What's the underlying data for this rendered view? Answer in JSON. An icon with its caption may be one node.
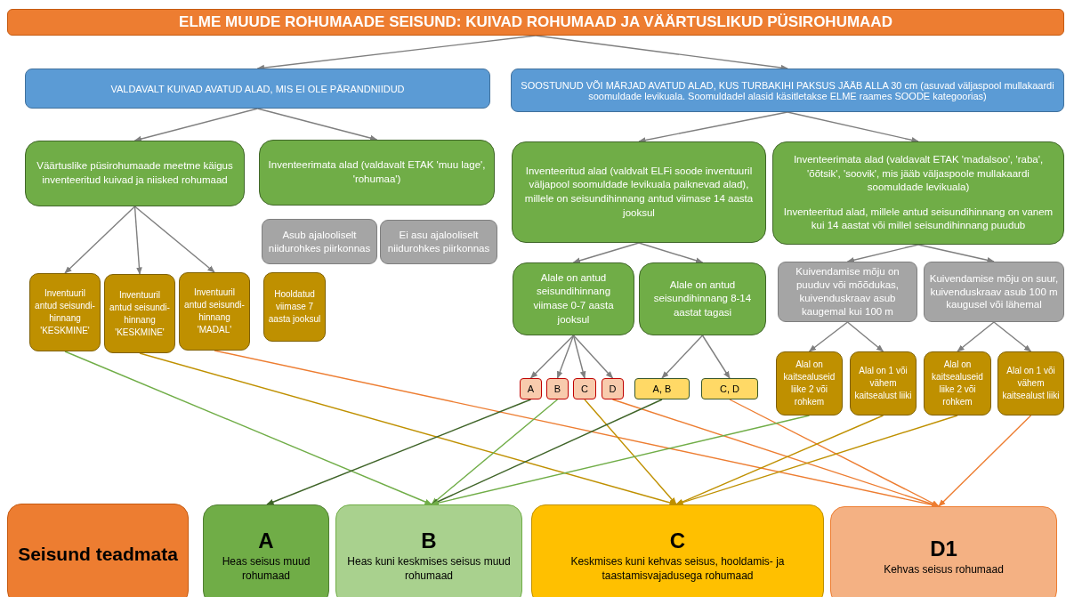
{
  "diagram": {
    "nodes": [
      {
        "text": [
          "ELME MUUDE ROHUMAADE SEISUND: KUIVAD ROHUMAAD JA VÄÄRTUSLIKUD PÜSIROHUMAAD"
        ]
      },
      {
        "text": [
          "VALDAVALT KUIVAD AVATUD ALAD, MIS EI OLE PÄRANDNIIDUD"
        ]
      },
      {
        "text": [
          "SOOSTUNUD VÕI MÄRJAD AVATUD ALAD, KUS TURBAKIHI PAKSUS JÄÄB ALLA 30 cm (asuvad väljaspool mullakaardi soomuldade levikuala. Soomuldadel alasid käsitletakse ELME raames SOODE kategoorias)"
        ]
      },
      {
        "text": [
          "Väärtuslike püsirohumaade meetme käigus inventeeritud kuivad ja niisked rohumaad"
        ]
      },
      {
        "text": [
          "Inventeerimata alad (valdavalt ETAK 'muu lage', 'rohumaa')"
        ]
      },
      {
        "text": [
          "Inventeeritud alad (valdvalt ELFi soode inventuuril väljapool soomuldade levikuala paiknevad alad), millele on seisundihinnang antud viimase 14 aasta  jooksul"
        ]
      },
      {
        "text": [
          "Inventeerimata alad (valdavalt ETAK 'madalsoo', 'raba', 'õõtsik', 'soovik', mis jääb väljaspoole mullakaardi soomuldade levikuala)",
          "Inventeeritud alad, millele antud seisundihinnang on vanem kui 14 aastat või millel seisundihinnang puudub"
        ]
      },
      {
        "text": [
          "Asub ajalooliselt niidurohkes piirkonnas"
        ]
      },
      {
        "text": [
          "Ei asu ajalooliselt niidurohkes piirkonnas"
        ]
      },
      {
        "text": [
          "Kuivendamise mõju on puuduv või mõõdukas, kuivenduskraav asub kaugemal kui 100 m"
        ]
      },
      {
        "text": [
          "Kuivendamise mõju on suur, kuivenduskraav asub 100 m kaugusel või lähemal"
        ]
      },
      {
        "text": [
          "Inventuuril antud seisundi-hinnang 'KESKMINE'"
        ]
      },
      {
        "text": [
          "Inventuuril antud seisundi-hinnang 'KESKMINE'"
        ]
      },
      {
        "text": [
          "Inventuuril antud seisundi-hinnang 'MADAL'"
        ]
      },
      {
        "text": [
          "Hooldatud viimase 7 aasta jooksul"
        ]
      },
      {
        "text": [
          "Alale on antud seisundihinnang viimase 0-7 aasta jooksul"
        ]
      },
      {
        "text": [
          "Alale on antud seisundihinnang 8-14 aastat tagasi"
        ]
      },
      {
        "text": [
          "A"
        ]
      },
      {
        "text": [
          "B"
        ]
      },
      {
        "text": [
          "C"
        ]
      },
      {
        "text": [
          "D"
        ]
      },
      {
        "text": [
          "A, B"
        ]
      },
      {
        "text": [
          "C, D"
        ]
      },
      {
        "text": [
          "Alal on kaitsealuseid liike 2 või rohkem"
        ]
      },
      {
        "text": [
          "Alal on 1 või vähem kaitsealust liiki"
        ]
      },
      {
        "text": [
          "Alal on kaitsealuseid liike 2 või rohkem"
        ]
      },
      {
        "text": [
          "Alal on 1 või vähem kaitsealust liiki"
        ]
      },
      {
        "text": [
          "Seisund teadmata"
        ]
      },
      {
        "text": [
          "A",
          "Heas seisus muud rohumaad"
        ]
      },
      {
        "text": [
          "B",
          "Heas kuni keskmises seisus muud rohumaad"
        ]
      },
      {
        "text": [
          "C",
          "Keskmises kuni kehvas seisus, hooldamis- ja taastamisvajadusega rohumaad"
        ]
      },
      {
        "text": [
          "D1",
          "Kehvas seisus rohumaad"
        ]
      }
    ],
    "edges": [
      {
        "from": 0,
        "to": 1,
        "arrow": "to"
      },
      {
        "from": 0,
        "to": 2,
        "arrow": "to"
      },
      {
        "from": 1,
        "to": 3,
        "arrow": "to"
      },
      {
        "from": 1,
        "to": 4,
        "arrow": "to"
      },
      {
        "from": 2,
        "to": 5,
        "arrow": "to"
      },
      {
        "from": 2,
        "to": 6,
        "arrow": "to"
      },
      {
        "from": 3,
        "to": 11,
        "arrow": "to"
      },
      {
        "from": 3,
        "to": 12,
        "arrow": "to"
      },
      {
        "from": 3,
        "to": 13,
        "arrow": "to"
      },
      {
        "from": 5,
        "to": 15,
        "arrow": "to"
      },
      {
        "from": 5,
        "to": 16,
        "arrow": "to"
      },
      {
        "from": 6,
        "to": 9,
        "arrow": "to"
      },
      {
        "from": 6,
        "to": 10,
        "arrow": "to"
      },
      {
        "from": 15,
        "to": 17,
        "arrow": "to"
      },
      {
        "from": 15,
        "to": 18,
        "arrow": "to"
      },
      {
        "from": 15,
        "to": 19,
        "arrow": "to"
      },
      {
        "from": 15,
        "to": 20,
        "arrow": "to"
      },
      {
        "from": 16,
        "to": 21,
        "arrow": "to"
      },
      {
        "from": 16,
        "to": 22,
        "arrow": "to"
      },
      {
        "from": 9,
        "to": 23,
        "arrow": "to"
      },
      {
        "from": 9,
        "to": 24,
        "arrow": "to"
      },
      {
        "from": 10,
        "to": 25,
        "arrow": "to"
      },
      {
        "from": 10,
        "to": 26,
        "arrow": "to"
      },
      {
        "from": 11,
        "to": 29,
        "arrow": "to",
        "color": "#70ad47"
      },
      {
        "from": 12,
        "to": 30,
        "arrow": "to",
        "color": "#bf9000"
      },
      {
        "from": 13,
        "to": 31,
        "arrow": "to",
        "color": "#ed7d31"
      },
      {
        "from": 17,
        "to": 28,
        "arrow": "to",
        "color": "#3f6428"
      },
      {
        "from": 18,
        "to": 29,
        "arrow": "to",
        "color": "#70ad47"
      },
      {
        "from": 19,
        "to": 30,
        "arrow": "to",
        "color": "#bf9000"
      },
      {
        "from": 20,
        "to": 31,
        "arrow": "to",
        "color": "#ed7d31"
      },
      {
        "from": 21,
        "to": 29,
        "arrow": "to",
        "color": "#3f6428"
      },
      {
        "from": 22,
        "to": 31,
        "arrow": "to",
        "color": "#ed7d31"
      },
      {
        "from": 23,
        "to": 29,
        "arrow": "to",
        "color": "#70ad47"
      },
      {
        "from": 24,
        "to": 30,
        "arrow": "to",
        "color": "#bf9000"
      },
      {
        "from": 25,
        "to": 30,
        "arrow": "to",
        "color": "#bf9000"
      },
      {
        "from": 26,
        "to": 31,
        "arrow": "to",
        "color": "#ed7d31"
      }
    ]
  }
}
